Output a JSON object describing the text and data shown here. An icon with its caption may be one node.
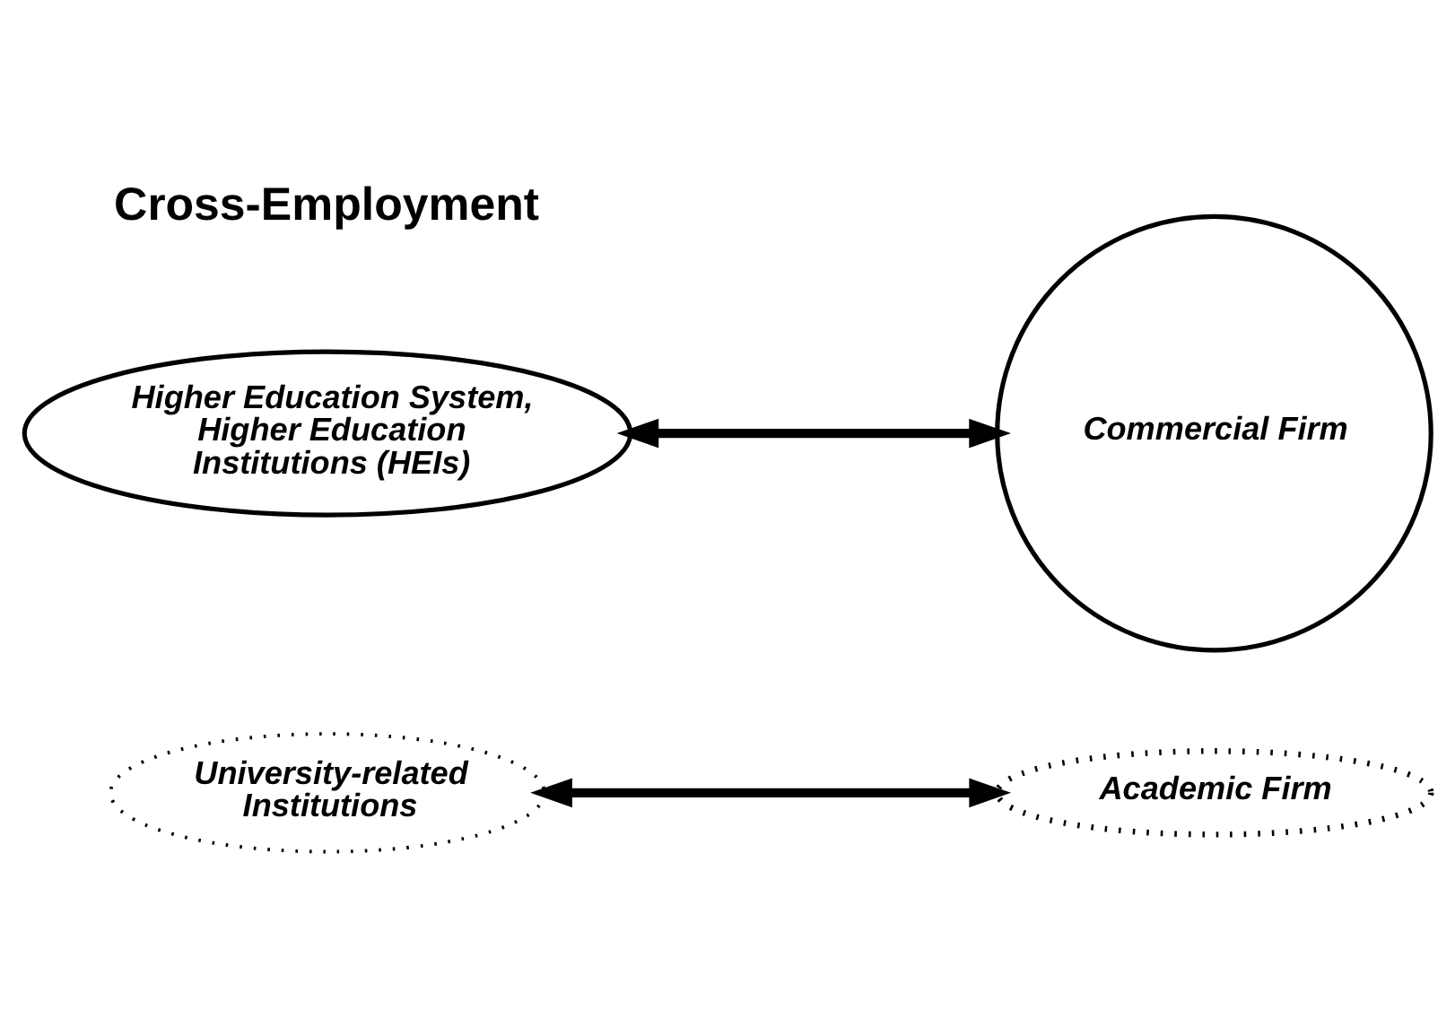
{
  "diagram": {
    "nodes": [
      {
        "text": [
          "University-related Institutions"
        ]
      },
      {
        "text": [
          "Higher Education System, Higher Education Institutions (HEIs)"
        ]
      },
      {
        "text": [
          "Commercial Firm"
        ]
      },
      {
        "text": [
          "Academic Firm"
        ]
      }
    ],
    "edges": [
      {
        "from": 1,
        "to": 2,
        "arrow": "both"
      },
      {
        "from": 0,
        "to": 3,
        "arrow": "both"
      }
    ],
    "labels": [
      "Cross-Employment"
    ]
  }
}
